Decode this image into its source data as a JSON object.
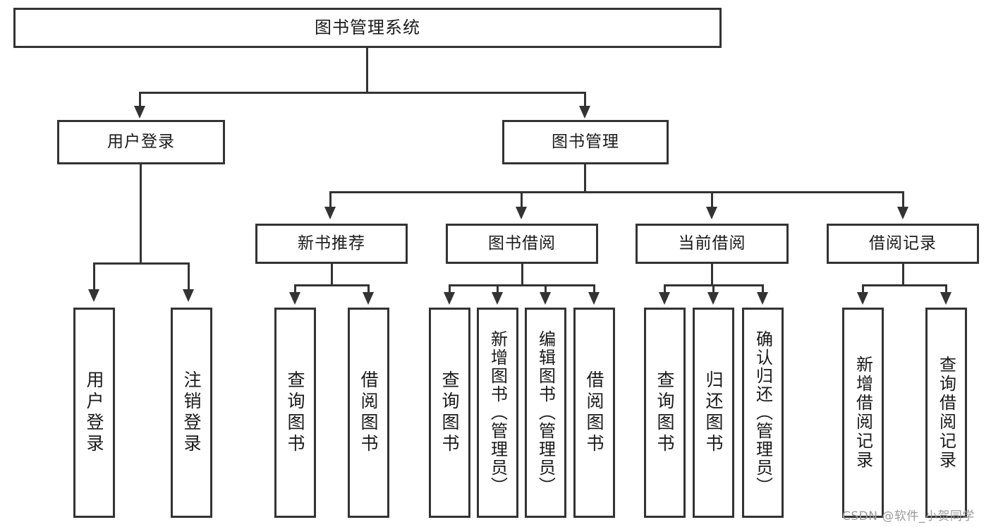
{
  "diagram": {
    "title": "图书管理系统",
    "type": "tree-hierarchy",
    "root": {
      "label": "图书管理系统"
    },
    "level1": [
      {
        "label": "用户登录"
      },
      {
        "label": "图书管理"
      }
    ],
    "level2": [
      {
        "label": "新书推荐"
      },
      {
        "label": "图书借阅"
      },
      {
        "label": "当前借阅"
      },
      {
        "label": "借阅记录"
      }
    ],
    "leaves": {
      "user_login": [
        {
          "label": "用户登录"
        },
        {
          "label": "注销登录"
        }
      ],
      "new_book_recommend": [
        {
          "label": "查询图书"
        },
        {
          "label": "借阅图书"
        }
      ],
      "book_borrow": [
        {
          "label": "查询图书"
        },
        {
          "label": "新增图书（管理员）"
        },
        {
          "label": "编辑图书（管理员）"
        },
        {
          "label": "借阅图书"
        }
      ],
      "current_borrow": [
        {
          "label": "查询图书"
        },
        {
          "label": "归还图书"
        },
        {
          "label": "确认归还（管理员）"
        }
      ],
      "borrow_record": [
        {
          "label": "新增借阅记录"
        },
        {
          "label": "查询借阅记录"
        }
      ]
    }
  },
  "watermark": {
    "text": "CSDN @软件_小贺同学"
  },
  "colors": {
    "border": "#333333",
    "background": "#ffffff",
    "text": "#1a1a1a",
    "watermark": "#9a9a9a"
  }
}
